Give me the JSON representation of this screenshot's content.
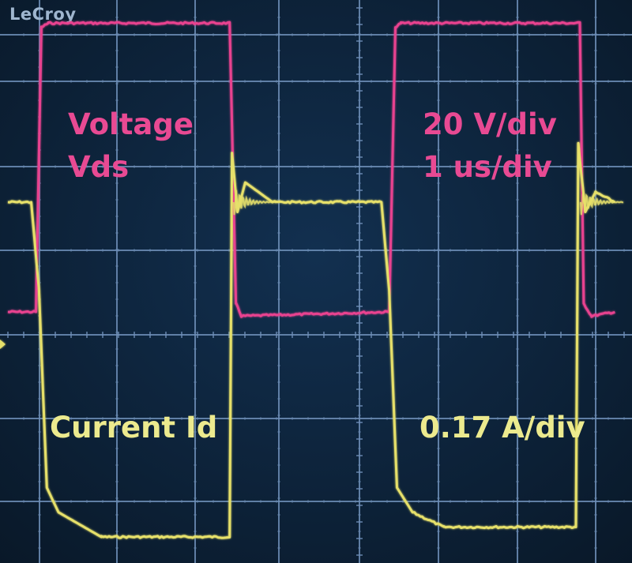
{
  "brand": "LeCroy",
  "colors": {
    "screen": "#0c1f33",
    "grid": "#6f8fb8",
    "voltage": "#e8438f",
    "current": "#e6e06a",
    "voltage_text": "#e84a93",
    "current_text": "#ecea8e"
  },
  "labels": {
    "voltage_line1": "Voltage",
    "voltage_line2": "Vds",
    "voltage_scale": "20 V/div",
    "time_scale": "1 us/div",
    "current_name": "Current Id",
    "current_scale": "0.17 A/div"
  },
  "chart_data": {
    "type": "line",
    "time_unit": "us",
    "time_per_div": 1,
    "xlim": [
      0,
      7.8
    ],
    "series": [
      {
        "name": "Voltage Vds",
        "unit": "V",
        "volts_per_div": 20,
        "points": [
          [
            0,
            0
          ],
          [
            0.36,
            0
          ],
          [
            0.43,
            68
          ],
          [
            0.52,
            69
          ],
          [
            2.85,
            69
          ],
          [
            2.93,
            2
          ],
          [
            3.0,
            -1
          ],
          [
            4.9,
            0
          ],
          [
            4.98,
            68
          ],
          [
            5.05,
            69
          ],
          [
            7.35,
            69
          ],
          [
            7.4,
            2
          ],
          [
            7.5,
            -1
          ],
          [
            7.8,
            0
          ]
        ]
      },
      {
        "name": "Current Id",
        "unit": "A",
        "amps_per_div": 0.17,
        "points": [
          [
            0,
            0.68
          ],
          [
            0.3,
            0.68
          ],
          [
            0.4,
            0.5
          ],
          [
            0.5,
            0.1
          ],
          [
            0.65,
            0.05
          ],
          [
            1.2,
            0.0
          ],
          [
            2.85,
            0.0
          ],
          [
            2.88,
            0.78
          ],
          [
            2.95,
            0.66
          ],
          [
            3.05,
            0.72
          ],
          [
            3.4,
            0.68
          ],
          [
            4.8,
            0.68
          ],
          [
            4.9,
            0.5
          ],
          [
            5.0,
            0.1
          ],
          [
            5.2,
            0.05
          ],
          [
            5.6,
            0.02
          ],
          [
            7.3,
            0.02
          ],
          [
            7.33,
            0.8
          ],
          [
            7.42,
            0.66
          ],
          [
            7.55,
            0.7
          ],
          [
            7.8,
            0.68
          ]
        ]
      }
    ]
  }
}
